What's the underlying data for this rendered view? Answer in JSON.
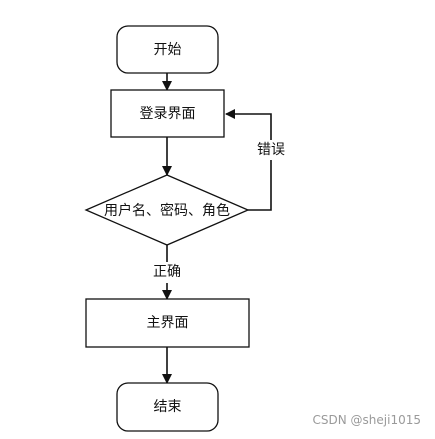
{
  "diagram": {
    "nodes": {
      "start": {
        "label": "开始"
      },
      "login": {
        "label": "登录界面"
      },
      "check": {
        "label": "用户名、密码、角色"
      },
      "main": {
        "label": "主界面"
      },
      "end": {
        "label": "结束"
      }
    },
    "edges": {
      "error": {
        "label": "错误"
      },
      "correct": {
        "label": "正确"
      }
    },
    "colors": {
      "stroke": "#111111",
      "fill": "#ffffff",
      "text": "#111111",
      "watermark": "#9a9a9a"
    }
  },
  "watermark": "CSDN @sheji1015"
}
